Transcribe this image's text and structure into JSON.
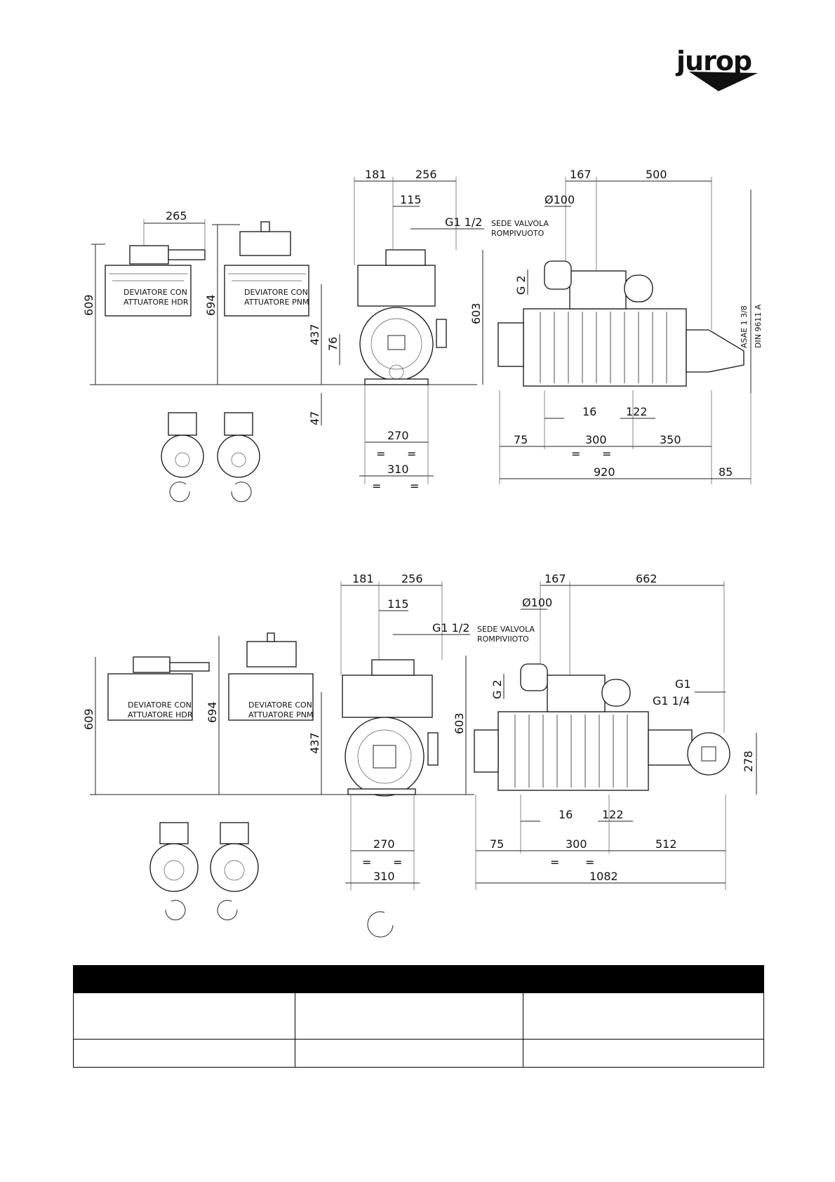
{
  "brand": {
    "logo_text": "jurop"
  },
  "top_view": {
    "hdr_label_1": "DEVIATORE CON",
    "hdr_label_2": "ATTUATORE HDR",
    "pnm_label_1": "DEVIATORE CON",
    "pnm_label_2": "ATTUATORE PNM",
    "d_265": "265",
    "d_609": "609",
    "d_694": "694",
    "d_181": "181",
    "d_256": "256",
    "d_115": "115",
    "g1_half": "G1 1/2",
    "valve_note_1": "SEDE VALVOLA",
    "valve_note_2": "ROMPIVUOTO",
    "d_437": "437",
    "d_76": "76",
    "d_47": "47",
    "d_603": "603",
    "d_270": "270",
    "d_310": "310",
    "eq": "=",
    "d_167": "167",
    "d_500": "500",
    "d_phi100": "Ø100",
    "g2": "G 2",
    "asae": "ASAE 1 3/8",
    "din": "DIN 9611 A",
    "d_16": "16",
    "d_122": "122",
    "d_75": "75",
    "d_300": "300",
    "d_350": "350",
    "d_920": "920",
    "d_85": "85"
  },
  "bottom_view": {
    "hdr_label_1": "DEVIATORE CON",
    "hdr_label_2": "ATTUATORE HDR",
    "pnm_label_1": "DEVIATORE CON",
    "pnm_label_2": "ATTUATORE PNM",
    "d_609": "609",
    "d_694": "694",
    "d_181": "181",
    "d_256": "256",
    "d_115": "115",
    "g1_half": "G1 1/2",
    "valve_note_1": "SEDE VALVOLA",
    "valve_note_2": "ROMPIVIIOTO",
    "d_437": "437",
    "d_603": "603",
    "d_270": "270",
    "d_310": "310",
    "eq": "=",
    "d_167": "167",
    "d_662": "662",
    "d_phi100": "Ø100",
    "g2": "G 2",
    "g1": "G1",
    "g1_quarter": "G1 1/4",
    "d_278": "278",
    "d_16": "16",
    "d_122": "122",
    "d_75": "75",
    "d_300": "300",
    "d_512": "512",
    "d_1082": "1082"
  },
  "spec_table": {
    "rows": 2,
    "columns": 3
  }
}
